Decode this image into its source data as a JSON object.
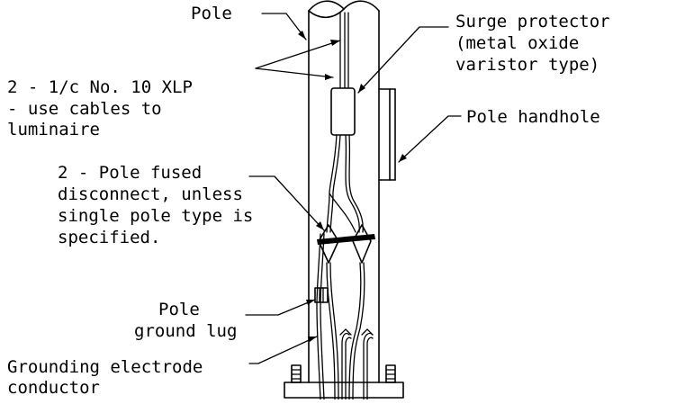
{
  "labels": {
    "pole": "Pole",
    "surge_protector_line1": "Surge protector",
    "surge_protector_line2": "(metal oxide",
    "surge_protector_line3": "varistor type)",
    "cables_line1": "2 - 1/c No. 10 XLP",
    "cables_line2": "- use cables to",
    "cables_line3": "luminaire",
    "pole_handhole": "Pole handhole",
    "fused_line1": "2 - Pole fused",
    "fused_line2": "disconnect, unless",
    "fused_line3": "single pole type is",
    "fused_line4": "specified.",
    "ground_lug_line1": "Pole",
    "ground_lug_line2": "ground lug",
    "electrode_line1": "Grounding electrode",
    "electrode_line2": "conductor"
  }
}
